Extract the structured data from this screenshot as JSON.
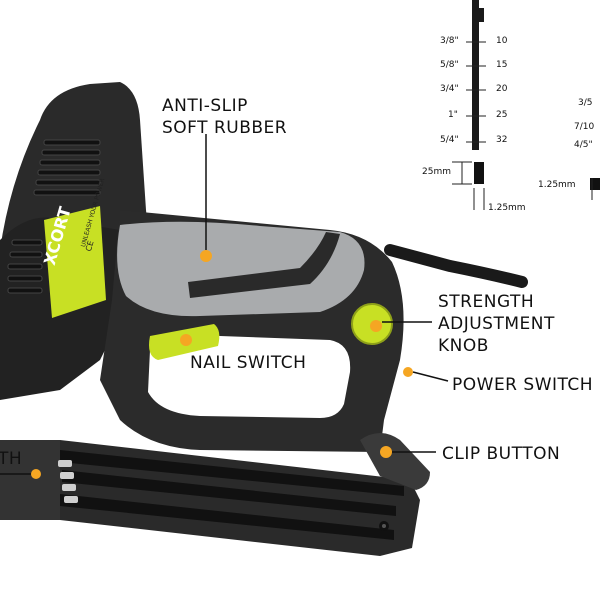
{
  "callouts": {
    "anti_slip_line1": "ANTI-SLIP",
    "anti_slip_line2": "SOFT RUBBER",
    "strength_line1": "STRENGTH",
    "strength_line2": "ADJUSTMENT",
    "strength_line3": "KNOB",
    "nail_switch": "NAIL SWITCH",
    "power_switch": "POWER SWITCH",
    "clip_button": "CLIP BUTTON",
    "left_partial": "TH"
  },
  "brand": {
    "logo": "XCORT",
    "tagline": "UNLEASH YOUR POWER",
    "mark": "CE"
  },
  "nail_chart": {
    "rows": [
      {
        "inch": "3/8\"",
        "mm": "10"
      },
      {
        "inch": "5/8\"",
        "mm": "15"
      },
      {
        "inch": "3/4\"",
        "mm": "20"
      },
      {
        "inch": "1\"",
        "mm": "25"
      },
      {
        "inch": "5/4\"",
        "mm": "32"
      }
    ],
    "width_label": "25mm",
    "thickness_label": "1.25mm"
  },
  "staple_chart": {
    "rows": [
      "3/5",
      "7/10",
      "4/5\""
    ],
    "thickness_label": "1.25mm"
  },
  "colors": {
    "accent": "#c8e024",
    "knob_dot": "#f5a623",
    "body_dark": "#2b2b2b",
    "grip_gray": "#a9abad"
  }
}
